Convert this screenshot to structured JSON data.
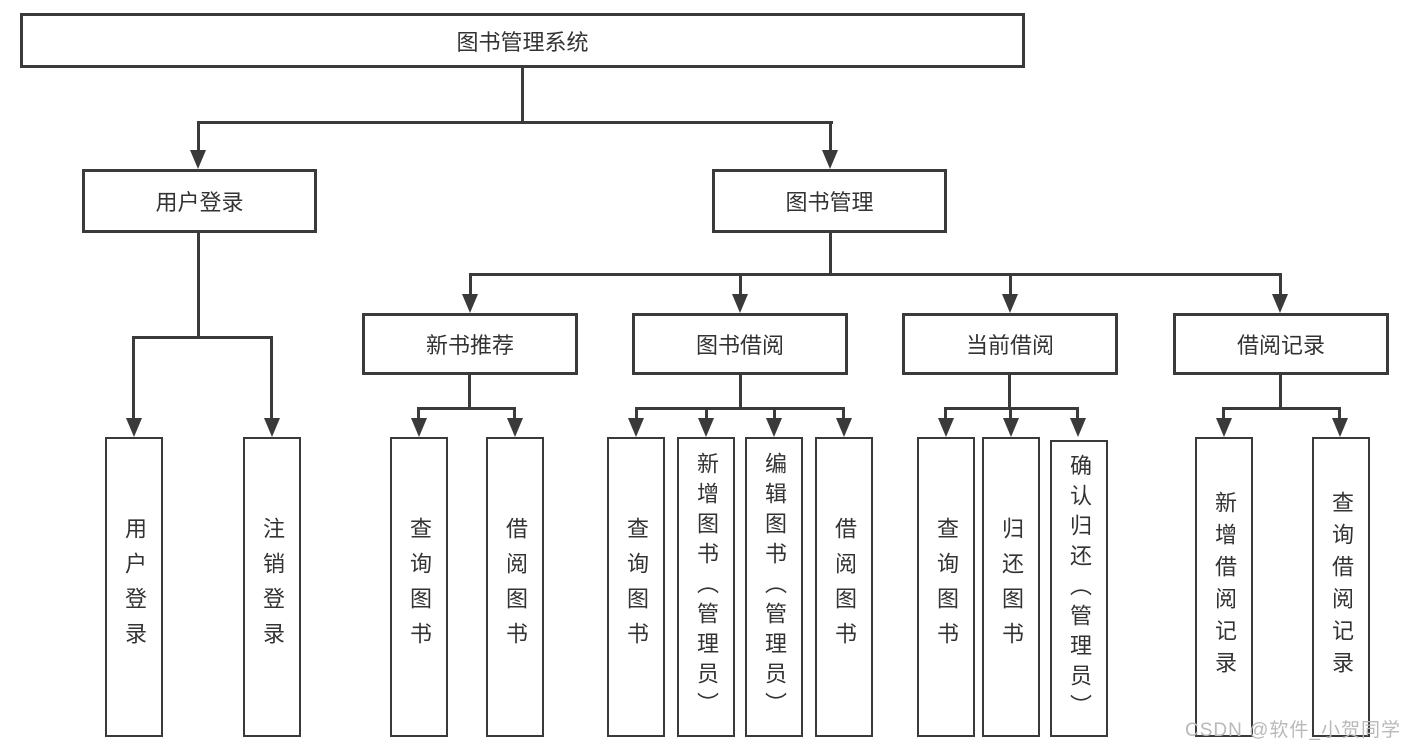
{
  "diagram": {
    "type": "tree",
    "root": "图书管理系统",
    "branches": [
      {
        "label": "用户登录",
        "children": [
          "用户登录",
          "注销登录"
        ]
      },
      {
        "label": "图书管理",
        "children": [
          {
            "label": "新书推荐",
            "children": [
              "查询图书",
              "借阅图书"
            ]
          },
          {
            "label": "图书借阅",
            "children": [
              "查询图书",
              "新增图书（管理员）",
              "编辑图书（管理员）",
              "借阅图书"
            ]
          },
          {
            "label": "当前借阅",
            "children": [
              "查询图书",
              "归还图书",
              "确认归还（管理员）"
            ]
          },
          {
            "label": "借阅记录",
            "children": [
              "新增借阅记录",
              "查询借阅记录"
            ]
          }
        ]
      }
    ]
  },
  "watermark": {
    "text": "CSDN @软件_小贺同学"
  },
  "colors": {
    "line": "#3a3a3a",
    "text": "#333333",
    "watermark": "#b9b9b9",
    "background": "#ffffff"
  }
}
